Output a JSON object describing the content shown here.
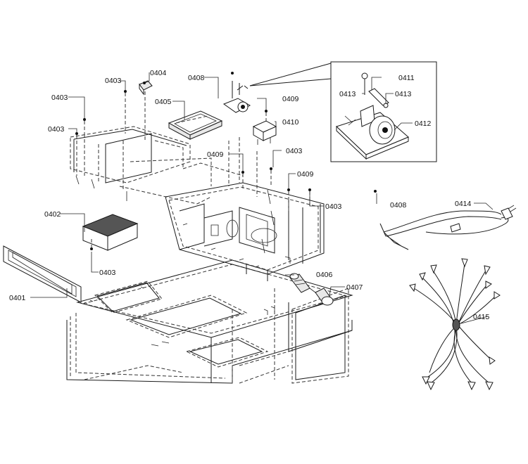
{
  "parts": {
    "p0401": "0401",
    "p0402": "0402",
    "p0403_a": "0403",
    "p0403_b": "0403",
    "p0403_c": "0403",
    "p0403_d": "0403",
    "p0403_e": "0403",
    "p0403_f": "0403",
    "p0404": "0404",
    "p0405": "0405",
    "p0406": "0406",
    "p0407": "0407",
    "p0408_a": "0408",
    "p0408_b": "0408",
    "p0409_a": "0409",
    "p0409_b": "0409",
    "p0409_c": "0409",
    "p0410": "0410",
    "p0411": "0411",
    "p0412": "0412",
    "p0413_a": "0413",
    "p0413_b": "0413",
    "p0414": "0414",
    "p0415": "0415"
  }
}
